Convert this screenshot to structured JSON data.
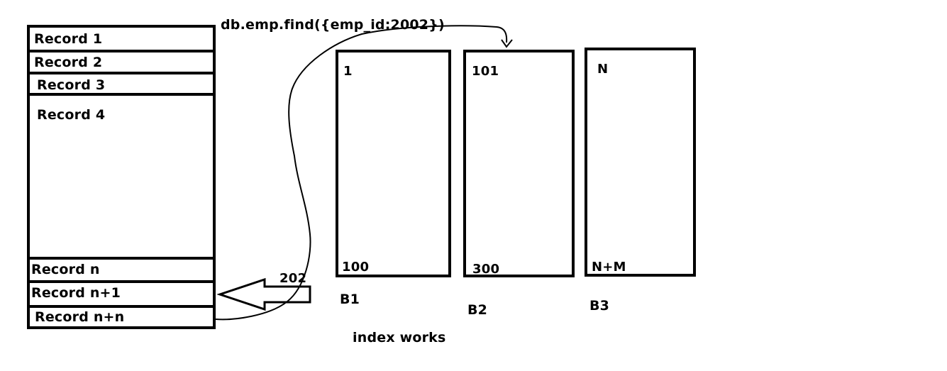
{
  "query": "db.emp.find({emp_id:2002})",
  "collection": {
    "records": [
      "Record 1",
      "Record 2",
      "Record 3",
      "Record 4",
      "Record n",
      "Record n+1",
      "Record n+n"
    ]
  },
  "pointer_label": "202",
  "buckets": [
    {
      "name": "B1",
      "start": "1",
      "end": "100"
    },
    {
      "name": "B2",
      "start": "101",
      "end": "300"
    },
    {
      "name": "B3",
      "start": "N",
      "end": "N+M"
    }
  ],
  "caption": "index works",
  "colors": {
    "ink": "#000000",
    "background": "#ffffff"
  }
}
